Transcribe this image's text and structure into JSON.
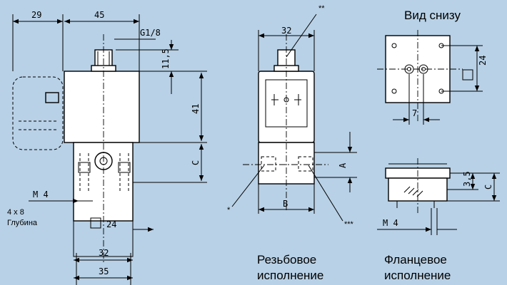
{
  "colors": {
    "background": "#b8d1e6",
    "line": "#000000",
    "body": "#ffffff"
  },
  "dims": {
    "d29": "29",
    "d45": "45",
    "g18": "G1/8",
    "d11_5": "11,5",
    "d41": "41",
    "dC": "C",
    "m4": "M 4",
    "d4x8": "4 x 8",
    "depth": "Глубина",
    "sq24": "24",
    "d32": "32",
    "d35": "35",
    "front32": "32",
    "dA": "A",
    "dB": "B",
    "star1": "*",
    "star2": "**",
    "star3": "***",
    "bottom24": "24",
    "bottom7": "7",
    "flange3_5": "3,5",
    "flangeC": "C",
    "flangeM4": "M 4"
  },
  "labels": {
    "bottom_view": "Вид снизу",
    "threaded_1": "Резьбовое",
    "threaded_2": "исполнение",
    "flanged_1": "Фланцевое",
    "flanged_2": "исполнение"
  }
}
